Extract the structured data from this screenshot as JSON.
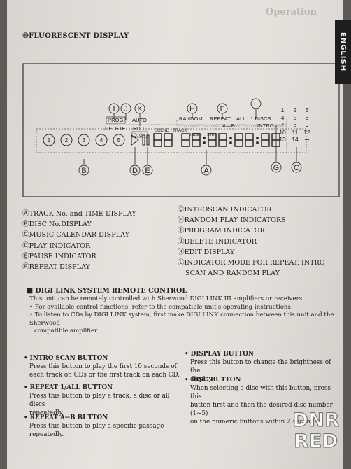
{
  "header": {
    "ghost_text": "Operation",
    "language_tab": "ENGLISH"
  },
  "section_title": "⑩FLUORESCENT DISPLAY",
  "display": {
    "callouts": [
      "I",
      "J",
      "K",
      "H",
      "F",
      "L",
      "B",
      "D",
      "E",
      "A",
      "G",
      "C"
    ],
    "prog": "PROG",
    "auto": "AUTO",
    "delete": "DELETE",
    "edit": "EDIT",
    "edit_box": "Q. G",
    "random": "RANDOM",
    "repeat": "REPEAT",
    "all": "ALL",
    "one_discs": "1 DISCS",
    "ab": "A↔B",
    "intro": "INTRO",
    "scene": "SCENE",
    "track": "TRACK",
    "index": "INDEX",
    "step": "STEP",
    "discs": [
      "1",
      "2",
      "3",
      "4",
      "5"
    ],
    "calendar": [
      "1",
      "2",
      "3",
      "4",
      "5",
      "6",
      "7",
      "8",
      "9",
      "10",
      "11",
      "12",
      "13",
      "14",
      "➞"
    ]
  },
  "legend_left": [
    "ⒶTRACK No. and TIME DISPLAY",
    "ⒷDISC No.DISPLAY",
    "ⒸMUSIC CALENDAR DISPLAY",
    "ⒹPLAY INDICATOR",
    "ⒺPAUSE INDICATOR",
    "ⒻREPEAT DISPLAY"
  ],
  "legend_right": [
    "ⒼINTROSCAN INDICATOR",
    "ⒽRANDOM PLAY INDICATORS",
    "ⒾPROGRAM INDICATOR",
    "ⒿDELETE INDICATOR",
    "ⓀEDIT DISPLAY",
    "ⓁINDICATOR MODE FOR REPEAT, INTRO",
    "SCAN AND RANDOM PLAY"
  ],
  "digilink": {
    "title": "■ DIGI LINK SYSTEM REMOTE CONTROL",
    "lines": [
      "This unit can be remotely controlled with Sherwood DIGI LINK III amplifiers or receivers.",
      "• For available control functions, refer to the compatible unit's operating instructions.",
      "• To listen to CDs by DIGI LINK system, first make DIGI LINK connection between this unit and the Sherwood",
      "compatible amplifier."
    ]
  },
  "buttons_left": [
    {
      "title": "• INTRO SCAN BUTTON",
      "lines": [
        "Press this button to play the first 10 seconds of",
        "each track on CDs or the first track on each CD."
      ]
    },
    {
      "title": "• REPEAT 1/ALL BUTTON",
      "lines": [
        "Press this button to play a track, a disc or all discs",
        "repeatedly."
      ]
    },
    {
      "title": "• REPEAT A↔B BUTTON",
      "lines": [
        "Press this button to play a specific passage",
        "repeatedly."
      ]
    }
  ],
  "buttons_right": [
    {
      "title": "• DISPLAY BUTTON",
      "lines": [
        "Press this button to change the brightness of the",
        "display."
      ]
    },
    {
      "title": "• DISC BUTTON",
      "lines": [
        "When selecting a disc with this button, press this",
        "button first and then the desired disc number (1~5)",
        "on the numeric buttons within 2 seconds."
      ]
    }
  ],
  "watermark": {
    "line1": "DNR",
    "line2": "RED"
  }
}
